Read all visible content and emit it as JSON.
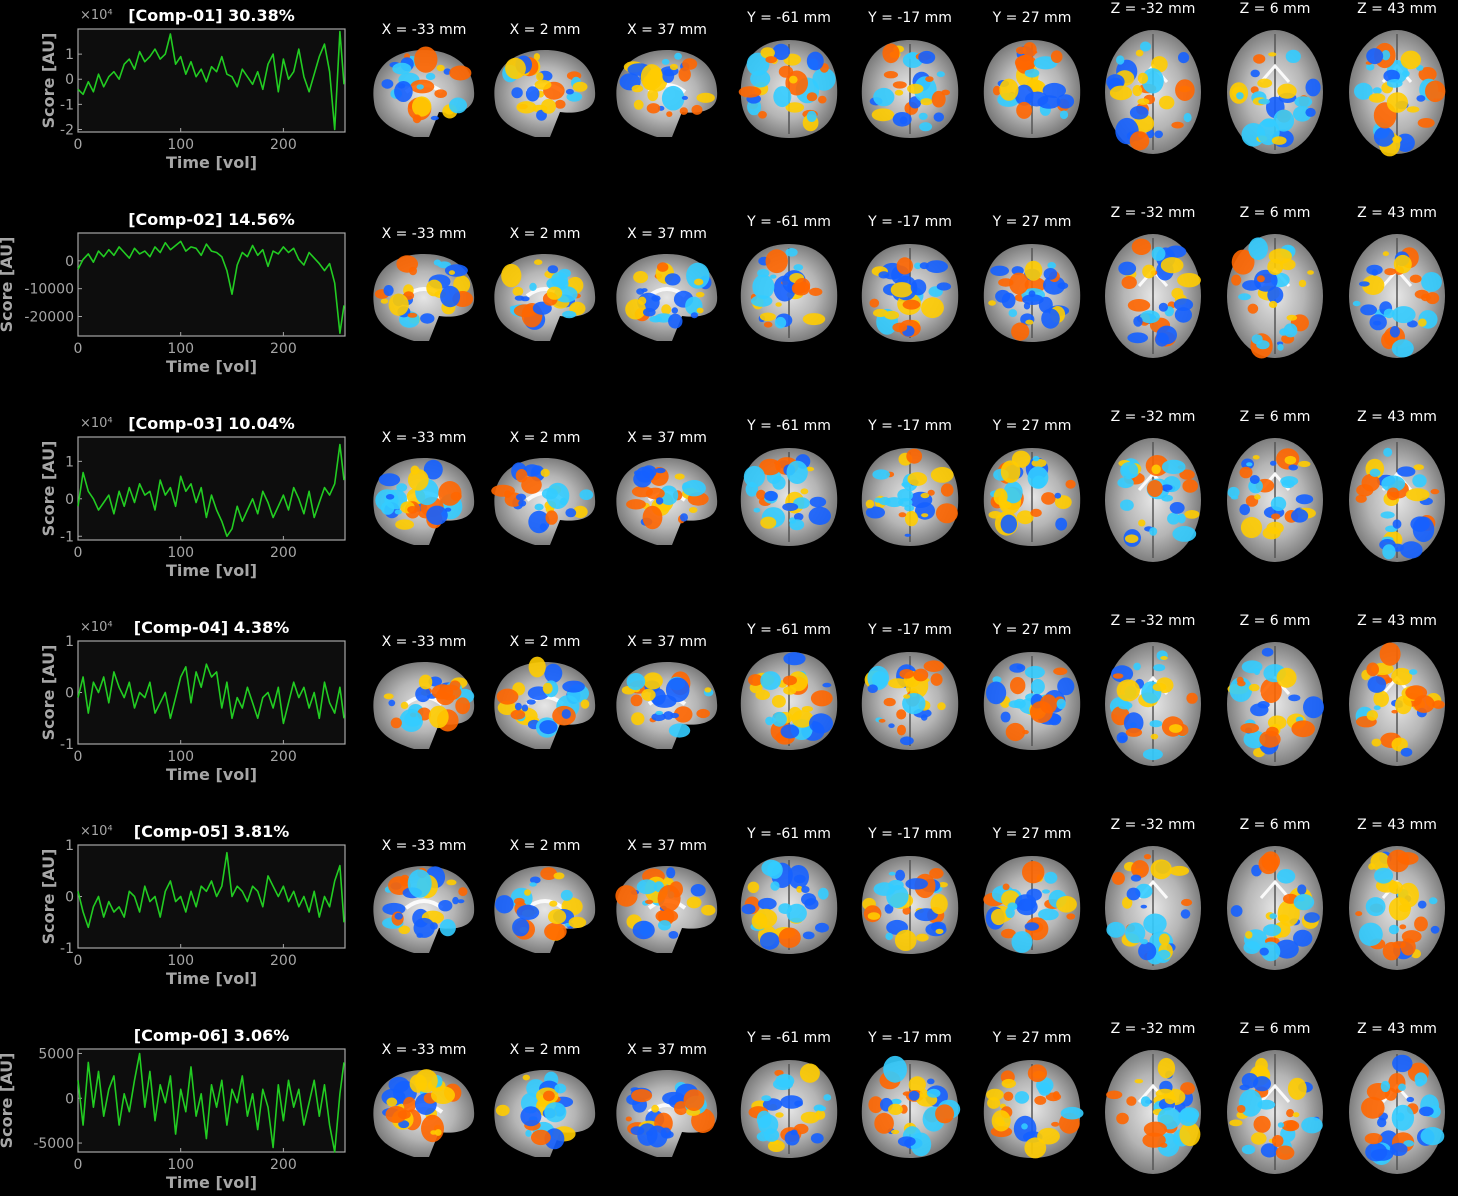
{
  "colors": {
    "background": "#000000",
    "plot_background": "#0d0d0d",
    "axis": "#a6a6a6",
    "trace": "#22cc22",
    "title_text": "#ffffff",
    "slice_label_text": "#ffffff",
    "positive_map": [
      "#ff6600",
      "#ffcc00"
    ],
    "negative_map": [
      "#1560ff",
      "#33ccff"
    ]
  },
  "slice_labels": {
    "sagittal": [
      "X = -33 mm",
      "X = 2 mm",
      "X = 37 mm"
    ],
    "coronal": [
      "Y = -61 mm",
      "Y = -17 mm",
      "Y = 27 mm"
    ],
    "axial": [
      "Z = -32 mm",
      "Z = 6 mm",
      "Z = 43 mm"
    ]
  },
  "chart_data": [
    {
      "type": "line",
      "title": "[Comp-01] 30.38%",
      "xlabel": "Time [vol]",
      "ylabel": "Score [AU]",
      "exponent_label": "×10⁴",
      "xlim": [
        0,
        260
      ],
      "ylim": [
        -2.1,
        2.0
      ],
      "xticks": [
        0,
        100,
        200
      ],
      "yticks": [
        -2,
        -1,
        0,
        1
      ],
      "ytick_labels": [
        "-2",
        "-1",
        "0",
        "1"
      ],
      "series": [
        {
          "x": [
            0,
            5,
            10,
            15,
            20,
            25,
            30,
            35,
            40,
            45,
            50,
            55,
            60,
            65,
            70,
            75,
            80,
            85,
            90,
            95,
            100,
            105,
            110,
            115,
            120,
            125,
            130,
            135,
            140,
            145,
            150,
            155,
            160,
            165,
            170,
            175,
            180,
            185,
            190,
            195,
            200,
            205,
            210,
            215,
            220,
            225,
            230,
            235,
            240,
            245,
            250,
            255,
            259
          ],
          "values": [
            -0.4,
            -0.6,
            -0.1,
            -0.5,
            0.2,
            -0.3,
            0.1,
            0.3,
            0.0,
            0.6,
            0.8,
            0.4,
            1.1,
            0.7,
            0.9,
            1.2,
            0.8,
            1.0,
            1.8,
            0.6,
            0.9,
            0.2,
            0.7,
            0.1,
            0.4,
            -0.1,
            0.5,
            0.3,
            0.9,
            0.2,
            0.1,
            -0.3,
            0.4,
            0.1,
            -0.2,
            0.3,
            -0.4,
            0.6,
            1.0,
            -0.5,
            0.8,
            0.0,
            0.3,
            1.2,
            0.1,
            -0.5,
            0.2,
            0.9,
            1.4,
            0.3,
            -2.0,
            1.9,
            -0.2
          ]
        }
      ]
    },
    {
      "type": "line",
      "title": "[Comp-02] 14.56%",
      "xlabel": "Time [vol]",
      "ylabel": "Score [AU]",
      "exponent_label": "",
      "xlim": [
        0,
        260
      ],
      "ylim": [
        -27000,
        10000
      ],
      "xticks": [
        0,
        100,
        200
      ],
      "yticks": [
        -20000,
        -10000,
        0
      ],
      "ytick_labels": [
        "-20000",
        "-10000",
        "0"
      ],
      "series": [
        {
          "x": [
            0,
            5,
            10,
            15,
            20,
            25,
            30,
            35,
            40,
            45,
            50,
            55,
            60,
            65,
            70,
            75,
            80,
            85,
            90,
            95,
            100,
            105,
            110,
            115,
            120,
            125,
            130,
            135,
            140,
            145,
            150,
            155,
            160,
            165,
            170,
            175,
            180,
            185,
            190,
            195,
            200,
            205,
            210,
            215,
            220,
            225,
            230,
            235,
            240,
            245,
            250,
            255,
            259
          ],
          "values": [
            -3000,
            500,
            2500,
            -500,
            3500,
            1500,
            4000,
            2000,
            5000,
            3000,
            1000,
            4500,
            2500,
            3500,
            1500,
            5000,
            3000,
            6500,
            4000,
            5500,
            7000,
            3500,
            5000,
            4500,
            2000,
            6000,
            3500,
            3000,
            1500,
            -3500,
            -12000,
            -1500,
            3000,
            1500,
            5500,
            2000,
            4000,
            -2000,
            3500,
            2500,
            5000,
            3000,
            4500,
            500,
            -1500,
            3000,
            1000,
            -1000,
            -3500,
            -1000,
            -8000,
            -26000,
            -16000
          ]
        }
      ]
    },
    {
      "type": "line",
      "title": "[Comp-03] 10.04%",
      "xlabel": "Time [vol]",
      "ylabel": "Score [AU]",
      "exponent_label": "×10⁴",
      "xlim": [
        0,
        260
      ],
      "ylim": [
        -1.1,
        1.65
      ],
      "xticks": [
        0,
        100,
        200
      ],
      "yticks": [
        -1,
        0,
        1
      ],
      "ytick_labels": [
        "-1",
        "0",
        "1"
      ],
      "series": [
        {
          "x": [
            0,
            5,
            10,
            15,
            20,
            25,
            30,
            35,
            40,
            45,
            50,
            55,
            60,
            65,
            70,
            75,
            80,
            85,
            90,
            95,
            100,
            105,
            110,
            115,
            120,
            125,
            130,
            135,
            140,
            145,
            150,
            155,
            160,
            165,
            170,
            175,
            180,
            185,
            190,
            195,
            200,
            205,
            210,
            215,
            220,
            225,
            230,
            235,
            240,
            245,
            250,
            255,
            259
          ],
          "values": [
            -0.2,
            0.7,
            0.2,
            0.0,
            -0.3,
            -0.1,
            0.1,
            -0.4,
            0.2,
            -0.2,
            0.3,
            -0.1,
            0.4,
            0.1,
            0.2,
            -0.3,
            0.5,
            0.1,
            0.3,
            -0.2,
            0.6,
            0.2,
            0.4,
            -0.1,
            0.3,
            -0.5,
            0.1,
            -0.3,
            -0.6,
            -1.0,
            -0.8,
            -0.2,
            -0.6,
            -0.3,
            0.0,
            -0.4,
            0.2,
            -0.1,
            -0.5,
            -0.2,
            0.1,
            -0.3,
            0.3,
            0.0,
            -0.4,
            0.2,
            -0.5,
            -0.1,
            0.3,
            0.1,
            0.4,
            1.45,
            0.5
          ]
        }
      ]
    },
    {
      "type": "line",
      "title": "[Comp-04] 4.38%",
      "xlabel": "Time [vol]",
      "ylabel": "Score [AU]",
      "exponent_label": "×10⁴",
      "xlim": [
        0,
        260
      ],
      "ylim": [
        -1.0,
        1.0
      ],
      "xticks": [
        0,
        100,
        200
      ],
      "yticks": [
        -1,
        0,
        1
      ],
      "ytick_labels": [
        "-1",
        "0",
        "1"
      ],
      "series": [
        {
          "x": [
            0,
            5,
            10,
            15,
            20,
            25,
            30,
            35,
            40,
            45,
            50,
            55,
            60,
            65,
            70,
            75,
            80,
            85,
            90,
            95,
            100,
            105,
            110,
            115,
            120,
            125,
            130,
            135,
            140,
            145,
            150,
            155,
            160,
            165,
            170,
            175,
            180,
            185,
            190,
            195,
            200,
            205,
            210,
            215,
            220,
            225,
            230,
            235,
            240,
            245,
            250,
            255,
            259
          ],
          "values": [
            -0.1,
            0.3,
            -0.4,
            0.2,
            0.0,
            0.3,
            -0.2,
            0.4,
            0.1,
            -0.1,
            0.2,
            -0.3,
            0.0,
            -0.1,
            0.2,
            -0.4,
            -0.2,
            0.0,
            -0.5,
            -0.1,
            0.3,
            0.5,
            -0.2,
            0.4,
            0.1,
            0.55,
            0.3,
            0.4,
            -0.3,
            0.2,
            -0.5,
            -0.1,
            -0.3,
            0.1,
            -0.2,
            -0.5,
            -0.1,
            0.0,
            -0.3,
            0.1,
            -0.6,
            -0.2,
            0.2,
            -0.1,
            0.1,
            -0.3,
            0.0,
            -0.5,
            0.2,
            -0.2,
            -0.4,
            0.1,
            -0.5
          ]
        }
      ]
    },
    {
      "type": "line",
      "title": "[Comp-05] 3.81%",
      "xlabel": "Time [vol]",
      "ylabel": "Score [AU]",
      "exponent_label": "×10⁴",
      "xlim": [
        0,
        260
      ],
      "ylim": [
        -1.0,
        1.0
      ],
      "xticks": [
        0,
        100,
        200
      ],
      "yticks": [
        -1,
        0,
        1
      ],
      "ytick_labels": [
        "-1",
        "0",
        "1"
      ],
      "series": [
        {
          "x": [
            0,
            5,
            10,
            15,
            20,
            25,
            30,
            35,
            40,
            45,
            50,
            55,
            60,
            65,
            70,
            75,
            80,
            85,
            90,
            95,
            100,
            105,
            110,
            115,
            120,
            125,
            130,
            135,
            140,
            145,
            150,
            155,
            160,
            165,
            170,
            175,
            180,
            185,
            190,
            195,
            200,
            205,
            210,
            215,
            220,
            225,
            230,
            235,
            240,
            245,
            250,
            255,
            259
          ],
          "values": [
            0.1,
            -0.3,
            -0.6,
            -0.2,
            0.0,
            -0.4,
            -0.1,
            -0.3,
            -0.2,
            -0.4,
            0.1,
            0.0,
            -0.3,
            0.2,
            -0.1,
            0.0,
            -0.4,
            0.1,
            0.3,
            -0.1,
            0.0,
            -0.3,
            0.1,
            -0.2,
            0.2,
            0.1,
            0.3,
            0.0,
            0.2,
            0.85,
            0.0,
            0.2,
            0.1,
            -0.1,
            0.2,
            0.1,
            -0.2,
            0.4,
            0.2,
            0.0,
            0.2,
            -0.1,
            0.1,
            -0.2,
            0.0,
            -0.3,
            0.1,
            -0.4,
            0.0,
            -0.2,
            0.3,
            0.6,
            -0.5
          ]
        }
      ]
    },
    {
      "type": "line",
      "title": "[Comp-06] 3.06%",
      "xlabel": "Time [vol]",
      "ylabel": "Score [AU]",
      "exponent_label": "",
      "xlim": [
        0,
        260
      ],
      "ylim": [
        -6000,
        5500
      ],
      "xticks": [
        0,
        100,
        200
      ],
      "yticks": [
        -5000,
        0,
        5000
      ],
      "ytick_labels": [
        "-5000",
        "0",
        "5000"
      ],
      "series": [
        {
          "x": [
            0,
            5,
            10,
            15,
            20,
            25,
            30,
            35,
            40,
            45,
            50,
            55,
            60,
            65,
            70,
            75,
            80,
            85,
            90,
            95,
            100,
            105,
            110,
            115,
            120,
            125,
            130,
            135,
            140,
            145,
            150,
            155,
            160,
            165,
            170,
            175,
            180,
            185,
            190,
            195,
            200,
            205,
            210,
            215,
            220,
            225,
            230,
            235,
            240,
            245,
            250,
            255,
            259
          ],
          "values": [
            2000,
            -3000,
            4000,
            -1000,
            3000,
            -2000,
            1000,
            2500,
            -3000,
            500,
            -1500,
            2000,
            5000,
            -1000,
            3000,
            -2500,
            1500,
            -500,
            2500,
            -4000,
            1000,
            -1500,
            3500,
            -2000,
            500,
            -4500,
            1500,
            -1000,
            2000,
            -3000,
            1000,
            -500,
            2500,
            -2000,
            500,
            -3500,
            1000,
            -1000,
            -5500,
            1500,
            -2500,
            2000,
            -1000,
            1000,
            -3000,
            -500,
            2000,
            -2000,
            1500,
            -3000,
            -6000,
            500,
            4000
          ]
        }
      ]
    }
  ]
}
